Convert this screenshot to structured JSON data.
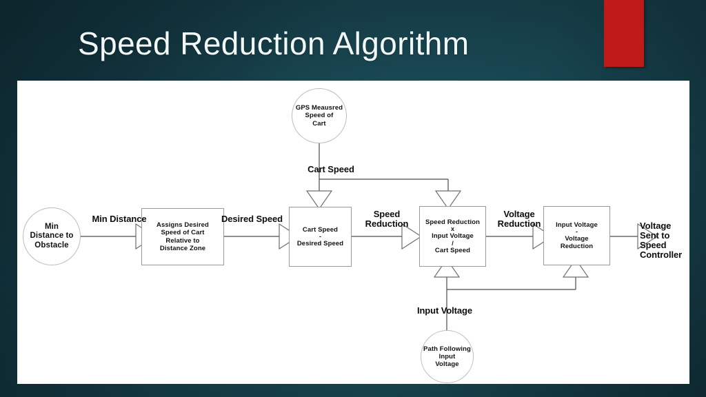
{
  "slide": {
    "title": "Speed Reduction Algorithm",
    "accent_color": "#bd1a18",
    "background_color": "#154450",
    "panel_color": "#ffffff"
  },
  "diagram": {
    "nodes": {
      "source_min_distance": "Min\nDistance to\nObstacle",
      "gps_speed": "GPS Meausred\nSpeed of\nCart",
      "path_input_voltage": "Path Following\nInput\nVoltage",
      "box_assign": "Assigns Desired\nSpeed of Cart\nRelative to\nDistance Zone",
      "box_cart_minus_desired_line1": "Cart Speed",
      "box_cart_minus_desired_op": "-",
      "box_cart_minus_desired_line2": "Desired Speed",
      "box_reduction_line1": "Speed Reduction",
      "box_reduction_op1": "x",
      "box_reduction_line2": "Input Voltage",
      "box_reduction_op2": "/",
      "box_reduction_line3": "Cart Speed",
      "box_input_minus_reduction_line1": "Input Voltage",
      "box_input_minus_reduction_op": "-",
      "box_input_minus_reduction_line2": "Voltage\nReduction",
      "output_voltage": "Voltage\nSent to\nSpeed\nController"
    },
    "edge_labels": {
      "min_distance": "Min Distance",
      "desired_speed": "Desired Speed",
      "cart_speed": "Cart Speed",
      "speed_reduction": "Speed\nReduction",
      "voltage_reduction": "Voltage\nReduction",
      "input_voltage": "Input Voltage"
    }
  }
}
